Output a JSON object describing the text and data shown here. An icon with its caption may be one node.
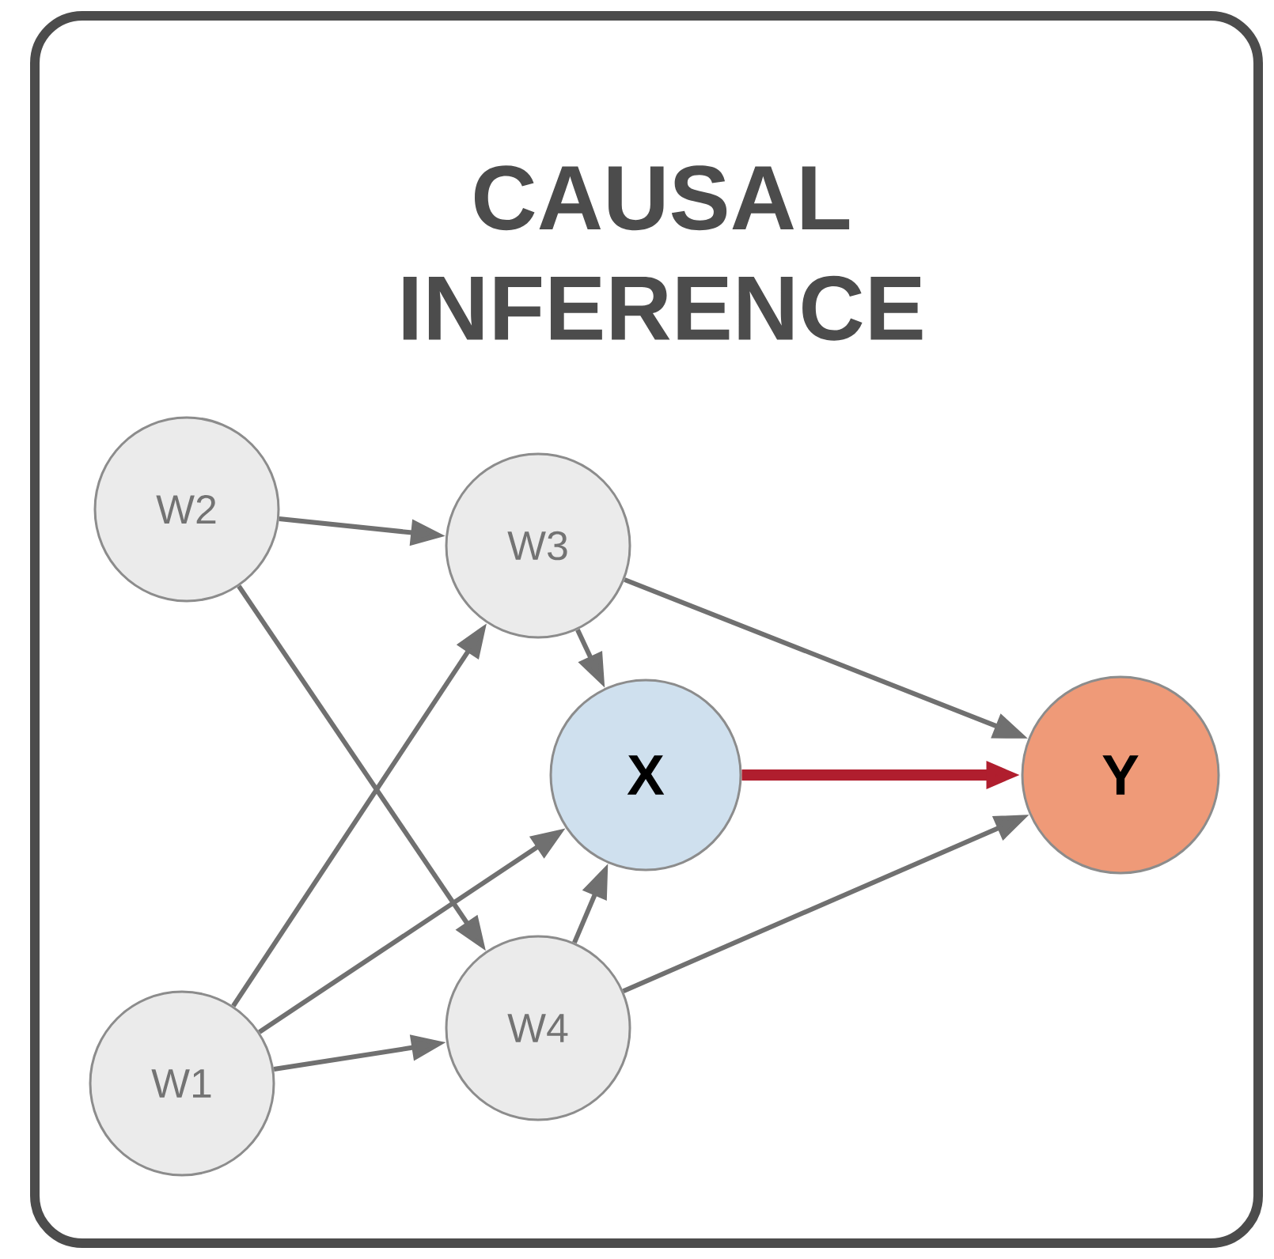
{
  "diagram": {
    "title": "CAUSAL INFERENCE",
    "nodes": [
      {
        "text": [
          "W2"
        ]
      },
      {
        "text": [
          "W3"
        ]
      },
      {
        "text": [
          "X"
        ]
      },
      {
        "text": [
          "Y"
        ]
      },
      {
        "text": [
          "W4"
        ]
      },
      {
        "text": [
          "W1"
        ]
      }
    ],
    "edges": [
      {
        "from": 0,
        "to": 1,
        "arrow": "to"
      },
      {
        "from": 0,
        "to": 4,
        "arrow": "to"
      },
      {
        "from": 1,
        "to": 2,
        "arrow": "to"
      },
      {
        "from": 1,
        "to": 3,
        "arrow": "to"
      },
      {
        "from": 5,
        "to": 1,
        "arrow": "to"
      },
      {
        "from": 5,
        "to": 2,
        "arrow": "to"
      },
      {
        "from": 5,
        "to": 4,
        "arrow": "to"
      },
      {
        "from": 4,
        "to": 2,
        "arrow": "to"
      },
      {
        "from": 4,
        "to": 3,
        "arrow": "to"
      },
      {
        "from": 2,
        "to": 3,
        "arrow": "to",
        "style": "thick",
        "color": "#b01e2e"
      }
    ]
  }
}
